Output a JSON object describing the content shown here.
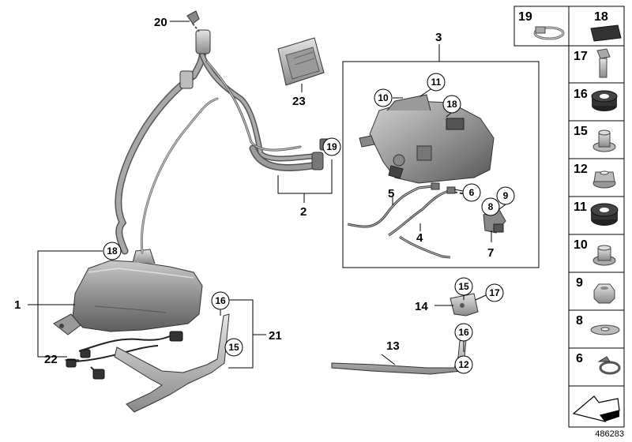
{
  "diagram_id": "486283",
  "callouts": {
    "c1": "1",
    "c2": "2",
    "c3": "3",
    "c4": "4",
    "c5": "5",
    "c6": "6",
    "c7": "7",
    "c8": "8",
    "c9": "9",
    "c10": "10",
    "c11": "11",
    "c12": "12",
    "c13": "13",
    "c14": "14",
    "c15a": "15",
    "c15b": "15",
    "c16a": "16",
    "c16b": "16",
    "c17": "17",
    "c18a": "18",
    "c18b": "18",
    "c19": "19",
    "c20": "20",
    "c21": "21",
    "c22": "22",
    "c23": "23"
  },
  "parts_panel": [
    {
      "num": "19",
      "icon": "hose-clamp-icon"
    },
    {
      "num": "18",
      "icon": "pad-icon"
    },
    {
      "num": "17",
      "icon": "bolt-icon"
    },
    {
      "num": "16",
      "icon": "grommet-icon"
    },
    {
      "num": "15",
      "icon": "spacer-sleeve-icon"
    },
    {
      "num": "12",
      "icon": "flange-nut-icon"
    },
    {
      "num": "11",
      "icon": "rubber-grommet-icon"
    },
    {
      "num": "10",
      "icon": "collar-nut-icon"
    },
    {
      "num": "9",
      "icon": "hex-nut-icon"
    },
    {
      "num": "8",
      "icon": "washer-icon"
    },
    {
      "num": "6",
      "icon": "spring-clamp-icon"
    },
    {
      "num": "",
      "icon": "arrow-symbol-icon"
    }
  ]
}
